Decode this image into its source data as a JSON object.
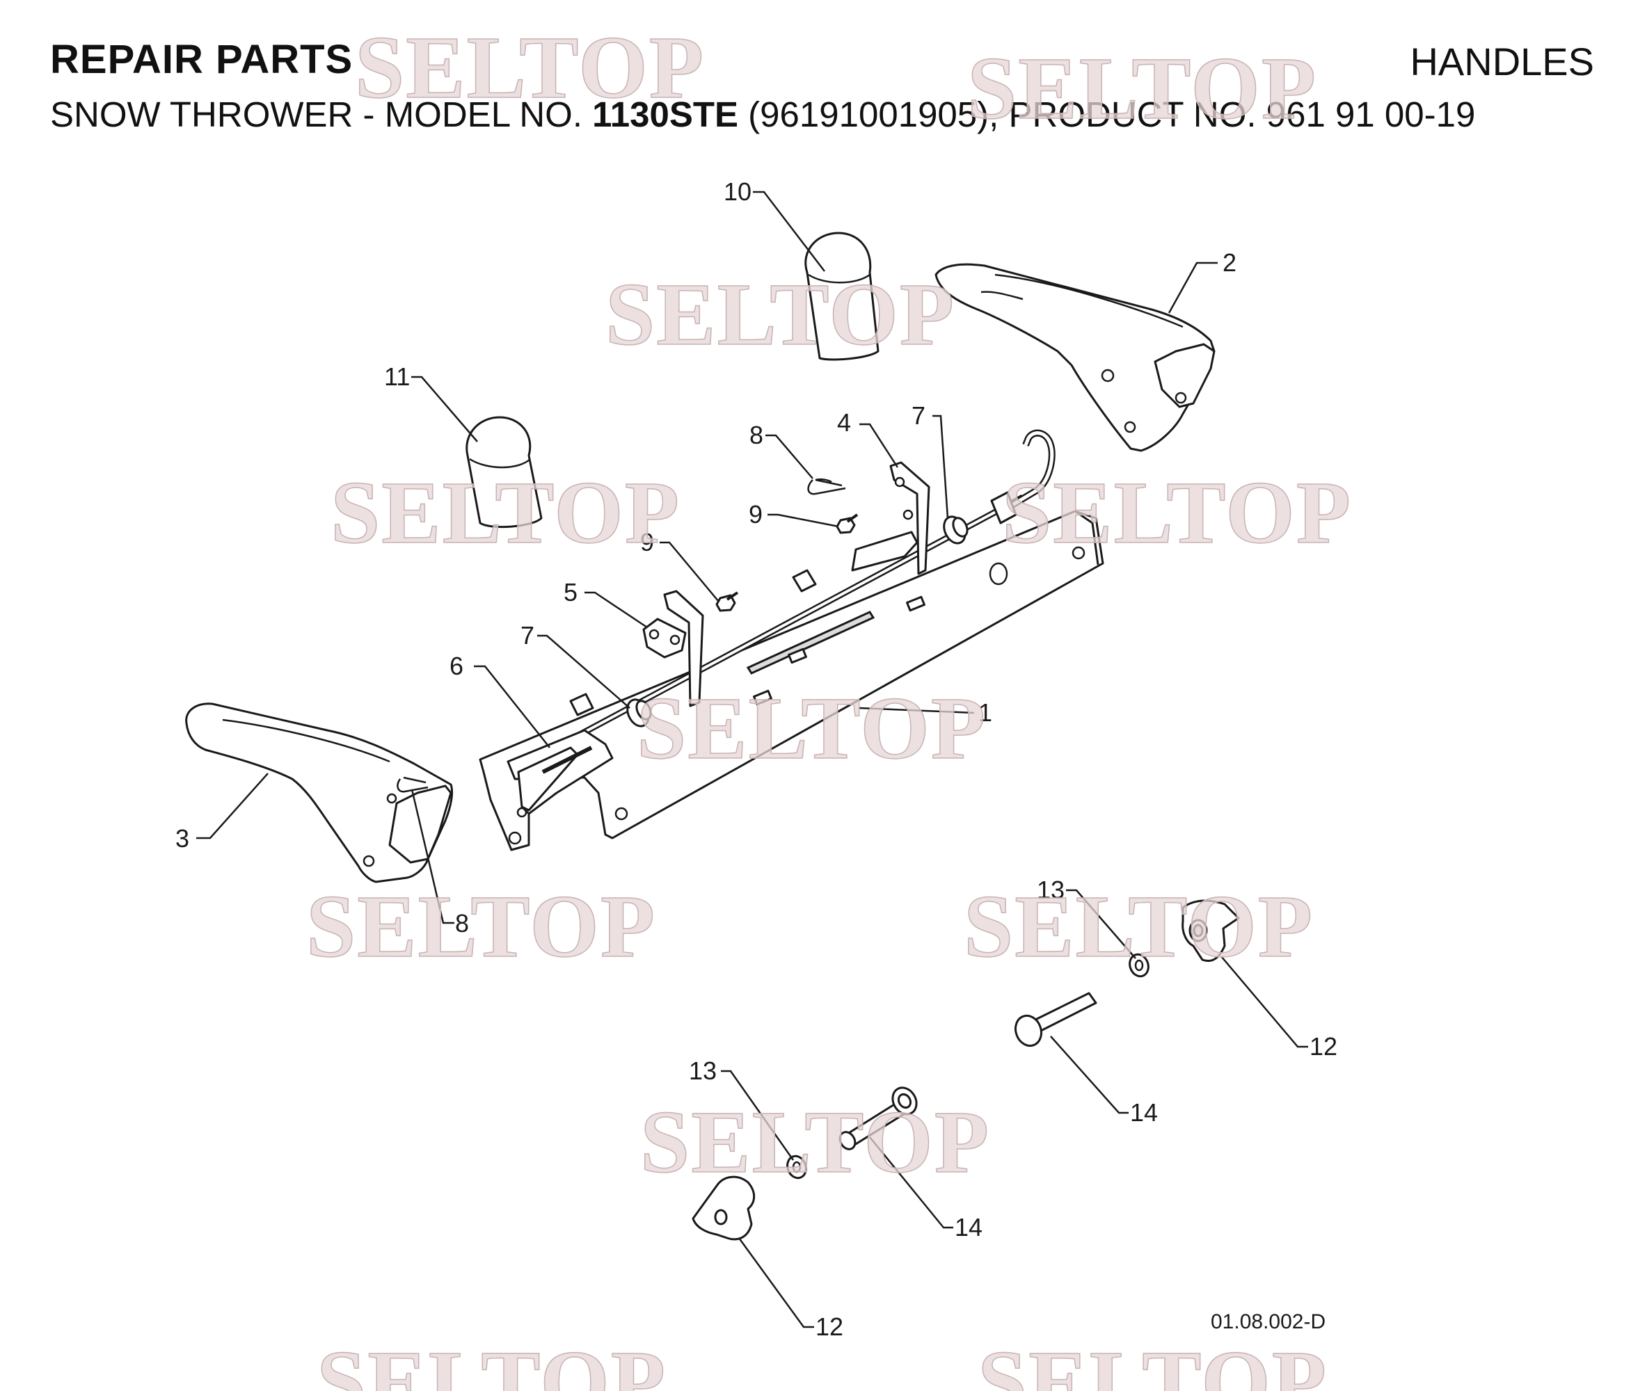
{
  "header": {
    "title_left": "REPAIR PARTS",
    "title_right": "HANDLES",
    "subtitle_prefix": "SNOW THROWER - MODEL NO. ",
    "subtitle_model": "1130STE",
    "subtitle_suffix": " (96191001905), PRODUCT NO. 961 91 00-19"
  },
  "callouts": {
    "c1": "1",
    "c2": "2",
    "c3": "3",
    "c4": "4",
    "c5": "5",
    "c6": "6",
    "c7a": "7",
    "c7b": "7",
    "c8a": "8",
    "c8b": "8",
    "c9a": "9",
    "c9b": "9",
    "c10": "10",
    "c11": "11",
    "c12a": "12",
    "c12b": "12",
    "c13a": "13",
    "c13b": "13",
    "c14a": "14",
    "c14b": "14"
  },
  "drawing_number": "01.08.002-D",
  "watermark": "SELTOP"
}
